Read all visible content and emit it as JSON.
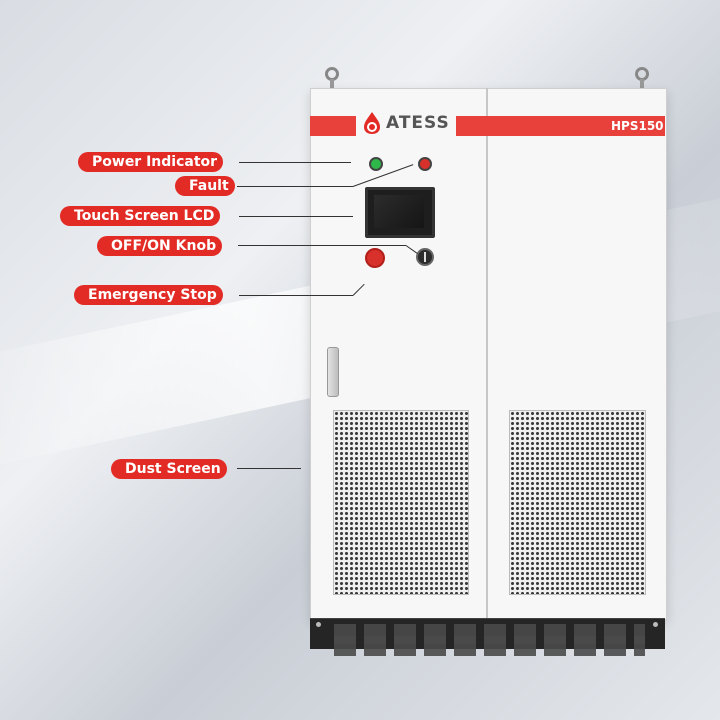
{
  "brand": {
    "name": "ATESS",
    "model": "HPS150"
  },
  "colors": {
    "accent": "#e32b26",
    "cabinet": "#f7f7f7",
    "base": "#252525"
  },
  "labels": {
    "power_indicator": "Power Indicator",
    "fault": "Fault",
    "touch_screen_lcd": "Touch Screen LCD",
    "off_on_knob": "OFF/ON Knob",
    "emergency_stop": "Emergency Stop",
    "dust_screen": "Dust Screen"
  },
  "icons": {
    "logo": "flame-logo-icon",
    "power_led": "green-led-icon",
    "fault_led": "red-led-icon"
  }
}
